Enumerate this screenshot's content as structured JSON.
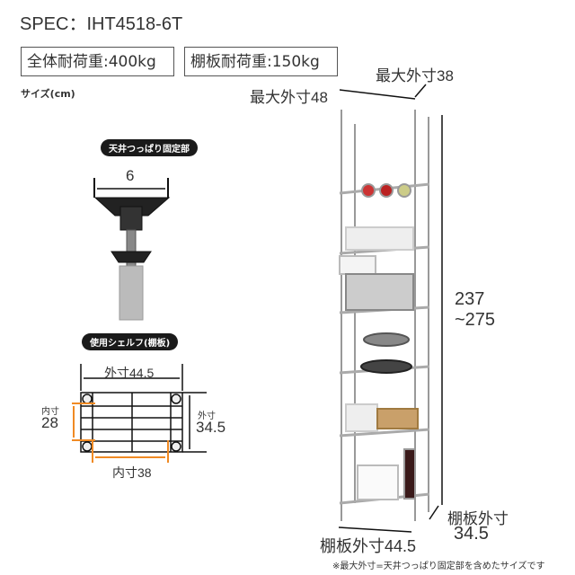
{
  "spec_title": "SPEC：IHT4518-6T",
  "load_boxes": [
    "全体耐荷重:400kg",
    "棚板耐荷重:150kg"
  ],
  "size_label": "サイズ(cm)",
  "ceiling_section": {
    "label": "天井つっぱり固定部",
    "width": "6"
  },
  "shelf_section": {
    "label": "使用シェルフ(棚板)",
    "outer_width": "外寸44.5",
    "inner_depth_label": "内寸",
    "inner_depth": "28",
    "outer_depth_label": "外寸",
    "outer_depth": "34.5",
    "inner_width": "内寸38"
  },
  "dimensions": {
    "max_depth": "最大外寸38",
    "max_width": "最大外寸48",
    "height_min": "237",
    "height_max": "~275",
    "shelf_depth_label": "棚板外寸",
    "shelf_depth": "34.5",
    "shelf_width": "棚板外寸44.5"
  },
  "note": "※最大外寸=天井つっぱり固定部を含めたサイズです",
  "colors": {
    "accent": "#f08a24",
    "text": "#333333"
  }
}
